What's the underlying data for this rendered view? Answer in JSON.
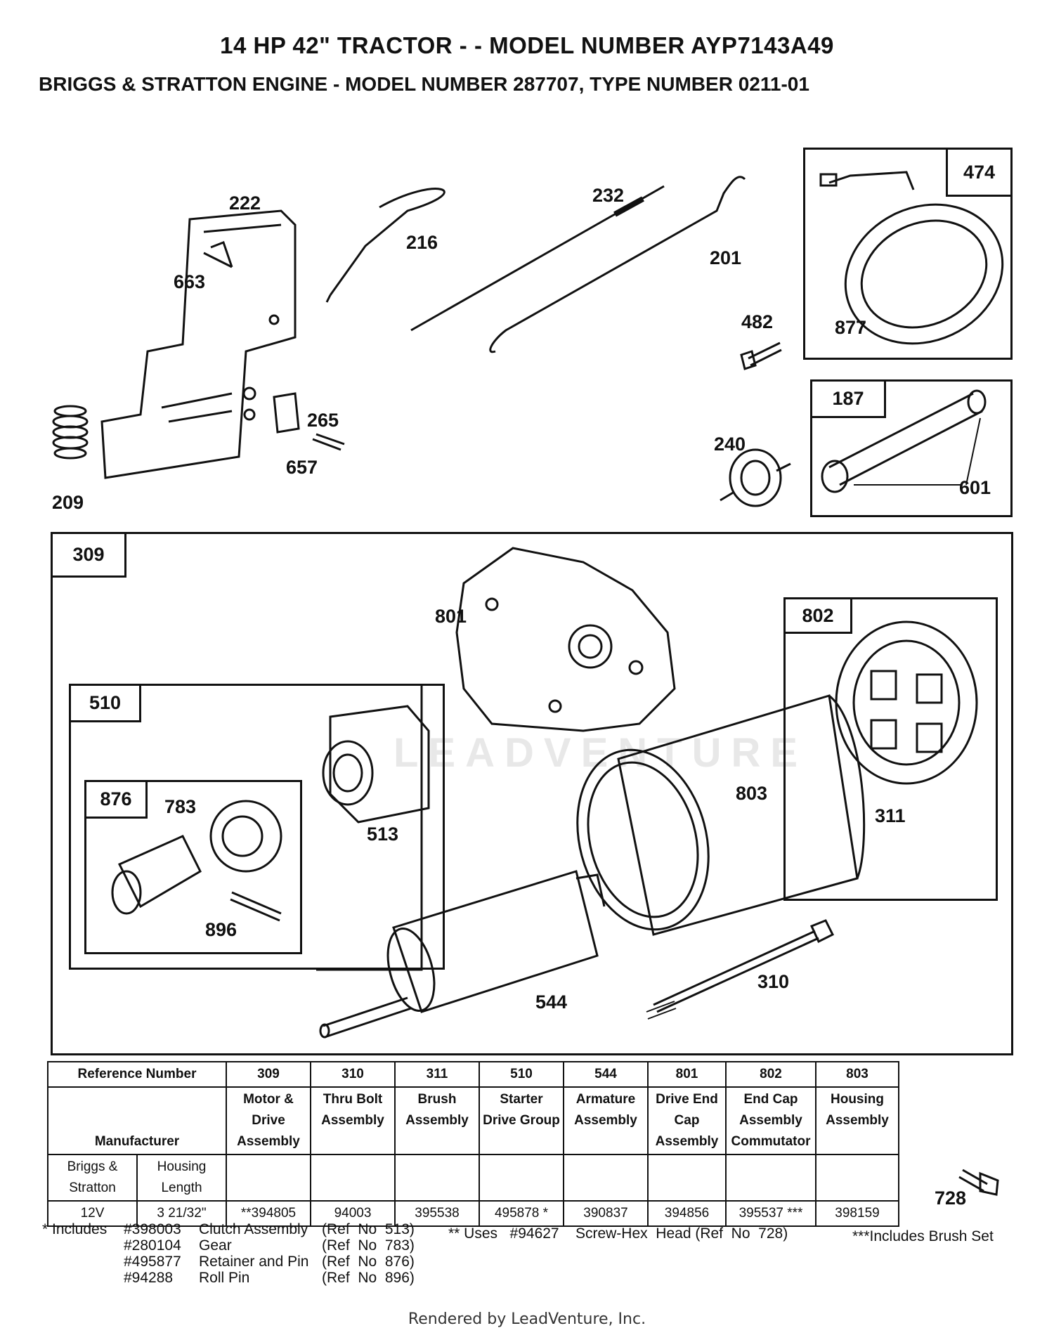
{
  "header": {
    "title": "14 HP 42\" TRACTOR - - MODEL NUMBER AYP7143A49",
    "subtitle": "BRIGGS & STRATTON ENGINE - MODEL NUMBER 287707, TYPE NUMBER 0211-01"
  },
  "callouts": {
    "c222": "222",
    "c663": "663",
    "c216": "216",
    "c232": "232",
    "c201": "201",
    "c482": "482",
    "c877": "877",
    "c474": "474",
    "c187": "187",
    "c601": "601",
    "c240": "240",
    "c265": "265",
    "c657": "657",
    "c209": "209",
    "c309": "309",
    "c801": "801",
    "c802": "802",
    "c510": "510",
    "c876": "876",
    "c783": "783",
    "c513": "513",
    "c896": "896",
    "c803": "803",
    "c311": "311",
    "c544": "544",
    "c310": "310",
    "c728": "728"
  },
  "watermark": "LEADVENTURE",
  "table": {
    "ref_label": "Reference Number",
    "manufacturer_label": "Manufacturer",
    "mfr_name": "Briggs & Stratton",
    "housing_label": "Housing Length",
    "voltage": "12V",
    "housing_length": "3 21/32\"",
    "columns": [
      {
        "ref": "309",
        "name": "Motor & Drive Assembly",
        "part": "**394805"
      },
      {
        "ref": "310",
        "name": "Thru Bolt Assembly",
        "part": "94003"
      },
      {
        "ref": "311",
        "name": "Brush Assembly",
        "part": "395538"
      },
      {
        "ref": "510",
        "name": "Starter Drive Group",
        "part": "495878 *"
      },
      {
        "ref": "544",
        "name": "Armature Assembly",
        "part": "390837"
      },
      {
        "ref": "801",
        "name": "Drive End Cap Assembly",
        "part": "394856"
      },
      {
        "ref": "802",
        "name": "End Cap Assembly Commutator",
        "part": "395537 ***"
      },
      {
        "ref": "803",
        "name": "Housing Assembly",
        "part": "398159"
      }
    ]
  },
  "notes": {
    "includes_label": "* Includes",
    "includes": [
      {
        "num": "#398003",
        "desc": "Clutch Assembly",
        "ref": "(Ref  No  513)"
      },
      {
        "num": "#280104",
        "desc": "Gear",
        "ref": "(Ref  No  783)"
      },
      {
        "num": "#495877",
        "desc": "Retainer and Pin",
        "ref": "(Ref  No  876)"
      },
      {
        "num": "#94288",
        "desc": "Roll Pin",
        "ref": "(Ref  No  896)"
      }
    ],
    "uses": "** Uses   #94627    Screw-Hex  Head (Ref  No  728)",
    "brush_set": "***Includes Brush Set"
  },
  "footer": "Rendered by LeadVenture, Inc."
}
